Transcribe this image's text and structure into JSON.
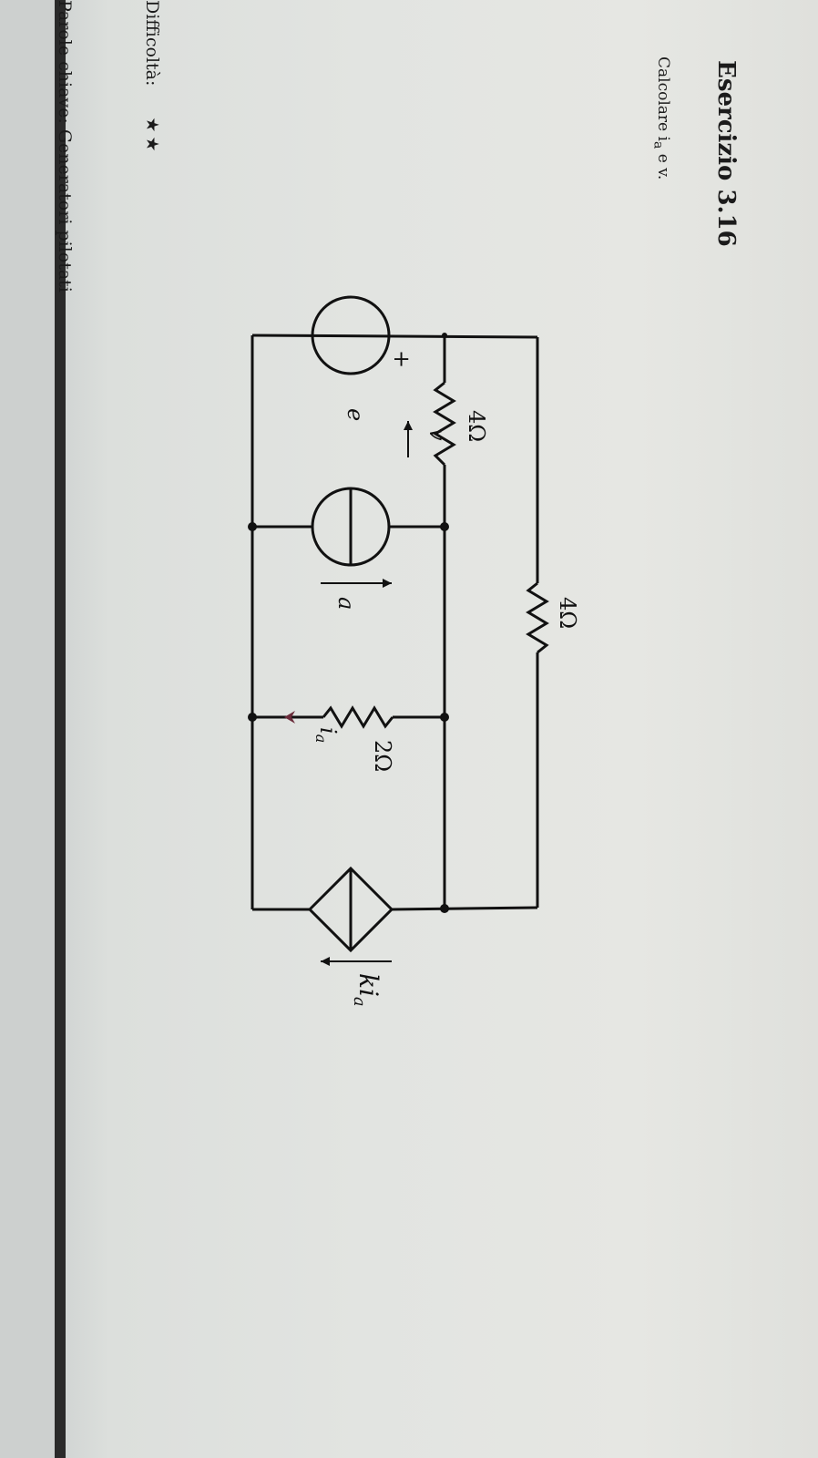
{
  "exercise": {
    "title": "Esercizio 3.16",
    "instruction": "Calcolare i",
    "instruction_sub": "a",
    "instruction_tail": " e v."
  },
  "meta": {
    "difficulty_label": "Difficoltà:",
    "difficulty_stars": "★★",
    "keywords_label": "Parole chiave:",
    "keywords_value": "Generatori pilotati"
  },
  "circuit": {
    "r_top": "4Ω",
    "r_right": "4Ω",
    "r_mid": "2Ω",
    "voltage_source": "e",
    "plus": "+",
    "voltage_v": "v",
    "current_source": "a",
    "current_ia": "i",
    "current_ia_sub": "a",
    "dependent_source": "ki",
    "dependent_source_sub": "a"
  }
}
